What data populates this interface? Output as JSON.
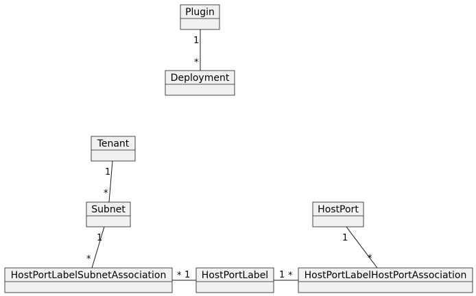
{
  "classes": {
    "plugin": "Plugin",
    "deployment": "Deployment",
    "tenant": "Tenant",
    "subnet": "Subnet",
    "hostport": "HostPort",
    "hplsa": "HostPortLabelSubnetAssociation",
    "hpl": "HostPortLabel",
    "hplhpa": "HostPortLabelHostPortAssociation"
  },
  "associations": {
    "plugin_deployment": {
      "source": "1",
      "target": "*"
    },
    "tenant_subnet": {
      "source": "1",
      "target": "*"
    },
    "subnet_hplsa": {
      "source": "1",
      "target": "*"
    },
    "hplsa_hpl": {
      "source": "*",
      "target": "1"
    },
    "hpl_hplhpa": {
      "source": "1",
      "target": "*"
    },
    "hostport_hplhpa": {
      "source": "1",
      "target": "*"
    }
  }
}
